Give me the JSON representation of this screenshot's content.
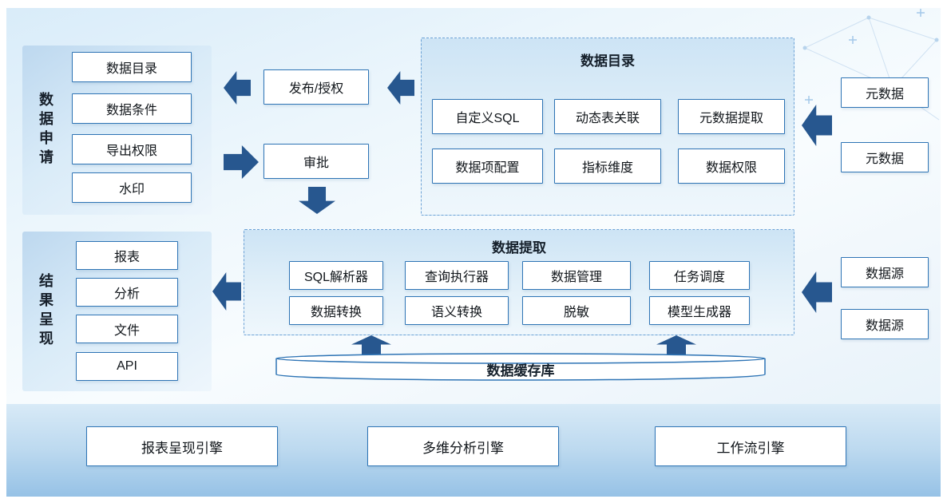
{
  "panels": {
    "application": {
      "label": "数据申请",
      "items": [
        "数据目录",
        "数据条件",
        "导出权限",
        "水印"
      ]
    },
    "results": {
      "label": "结果呈现",
      "items": [
        "报表",
        "分析",
        "文件",
        "API"
      ]
    },
    "catalog": {
      "title": "数据目录",
      "items": [
        "自定义SQL",
        "动态表关联",
        "元数据提取",
        "数据项配置",
        "指标维度",
        "数据权限"
      ]
    },
    "extraction": {
      "title": "数据提取",
      "items": [
        "SQL解析器",
        "查询执行器",
        "数据管理",
        "任务调度",
        "数据转换",
        "语义转换",
        "脱敏",
        "模型生成器"
      ]
    }
  },
  "flow": {
    "publish": "发布/授权",
    "approval": "审批"
  },
  "sources": {
    "metadata": [
      "元数据",
      "元数据"
    ],
    "data": [
      "数据源",
      "数据源"
    ]
  },
  "cache": {
    "label": "数据缓存库"
  },
  "engines": [
    "报表呈现引擎",
    "多维分析引擎",
    "工作流引擎"
  ],
  "colors": {
    "arrow": "#27578f",
    "box_border": "#2e74b5",
    "panel_dash_border": "#6ca2d6",
    "band_bottom": "#96c2e6",
    "panel_fill": "#cde4f5"
  }
}
